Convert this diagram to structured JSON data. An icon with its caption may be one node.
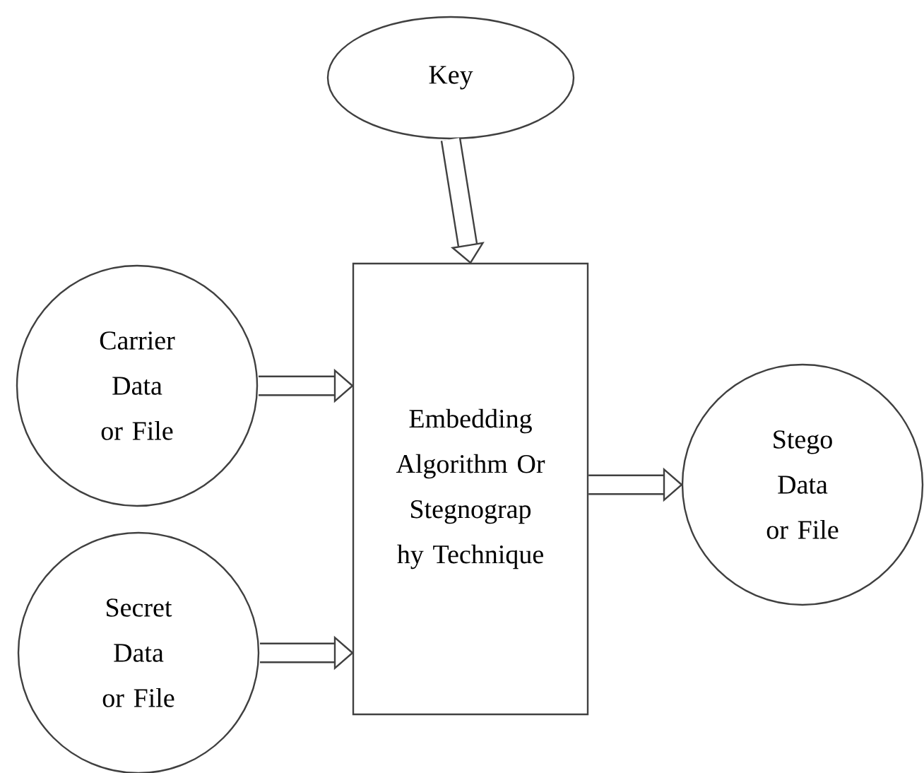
{
  "diagram": {
    "nodes": [
      {
        "text": [
          "Key"
        ]
      },
      {
        "text": [
          "Carrier Data or File"
        ]
      },
      {
        "text": [
          "Embedding Algorithm Or Stegnograp hy Technique"
        ]
      },
      {
        "text": [
          "Secret Data or File"
        ]
      },
      {
        "text": [
          "Stego Data or File"
        ]
      }
    ],
    "edges": [
      {
        "from": 0,
        "to": 2,
        "arrow": "to"
      },
      {
        "from": 1,
        "to": 2,
        "arrow": "to"
      },
      {
        "from": 3,
        "to": 2,
        "arrow": "to"
      },
      {
        "from": 2,
        "to": 4,
        "arrow": "to"
      }
    ]
  }
}
